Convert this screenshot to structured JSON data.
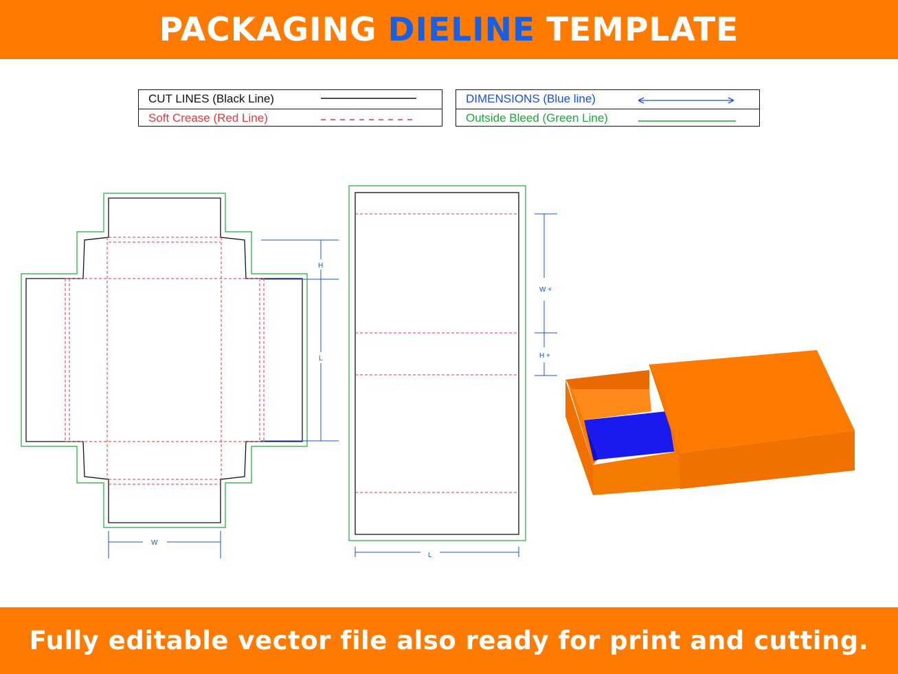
{
  "header": {
    "title_part1": "PACKAGING",
    "title_highlight": "DIELINE",
    "title_part2": "TEMPLATE",
    "background_color": "#FF7A00",
    "text_color": "#FFFFFF",
    "highlight_color": "#1A5FE0"
  },
  "legend": {
    "cut_lines": {
      "label": "CUT LINES (Black Line)",
      "color": "#111111"
    },
    "soft_crease": {
      "label": "Soft Crease (Red Line)",
      "color": "#E0393E"
    },
    "dimensions": {
      "label": "DIMENSIONS (Blue line)",
      "color": "#1A4FD6"
    },
    "outside_bleed": {
      "label": "Outside Bleed (Green Line)",
      "color": "#1FA63A"
    }
  },
  "dimension_labels": {
    "tray_height": "H",
    "tray_length": "L",
    "tray_width": "W",
    "sleeve_width": "W +",
    "sleeve_height": "H +",
    "sleeve_length": "L"
  },
  "mockup": {
    "box_color": "#FF7A00",
    "inner_color": "#1A1AF0"
  },
  "footer": {
    "text": "Fully editable vector file also ready for print and cutting."
  }
}
